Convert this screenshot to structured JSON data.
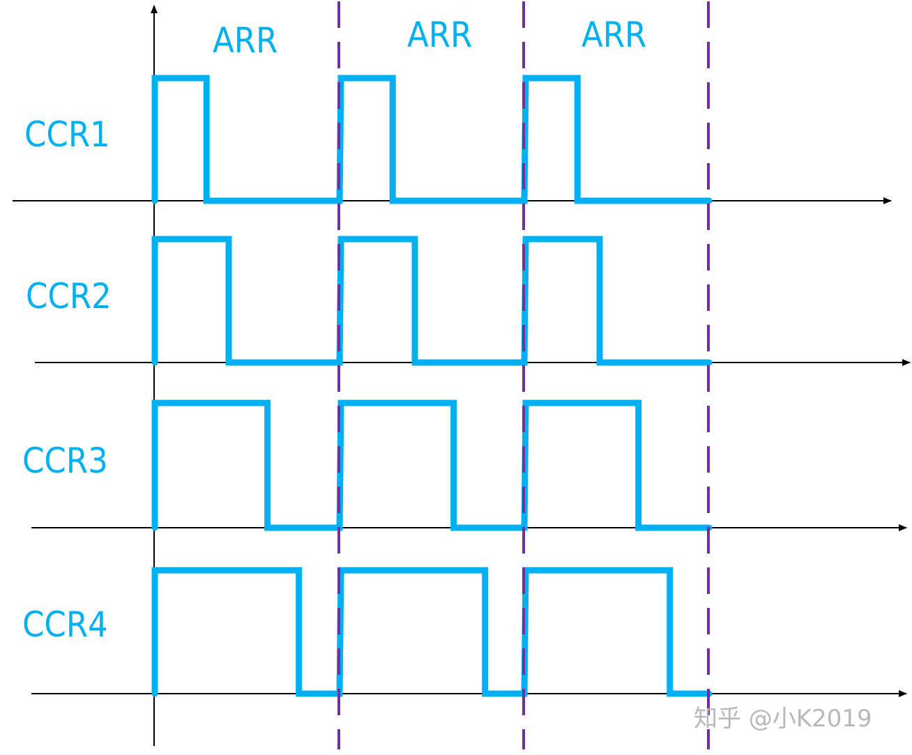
{
  "period_labels": [
    "ARR",
    "ARR",
    "ARR"
  ],
  "channels": [
    {
      "label": "CCR1",
      "duty": 0.28
    },
    {
      "label": "CCR2",
      "duty": 0.4
    },
    {
      "label": "CCR3",
      "duty": 0.61
    },
    {
      "label": "CCR4",
      "duty": 0.78
    }
  ],
  "periods": 3,
  "colors": {
    "waveform": "#00b0f0",
    "period_divider": "#7030a0",
    "axis": "#000000"
  },
  "watermark": "知乎 @小K2019"
}
